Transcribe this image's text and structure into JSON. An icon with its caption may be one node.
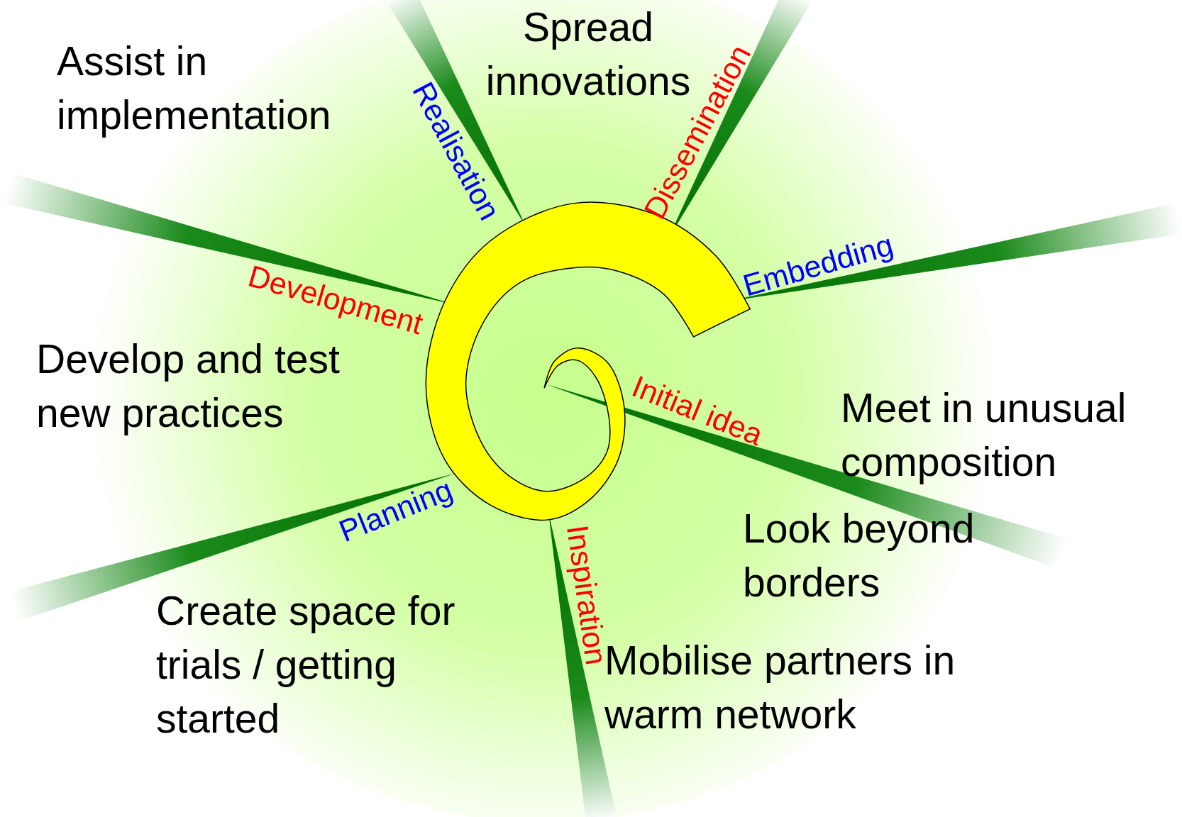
{
  "diagram": {
    "labels": [
      "Spread innovations",
      "Assist in implementation",
      "Realisation",
      "Dissemination",
      "Embedding",
      "Development",
      "Develop and test new practices",
      "Initial idea",
      "Meet in unusual composition",
      "Planning",
      "Inspiration",
      "Look beyond borders",
      "Create space for trials / getting started",
      "Mobilise partners in warm network"
    ]
  }
}
